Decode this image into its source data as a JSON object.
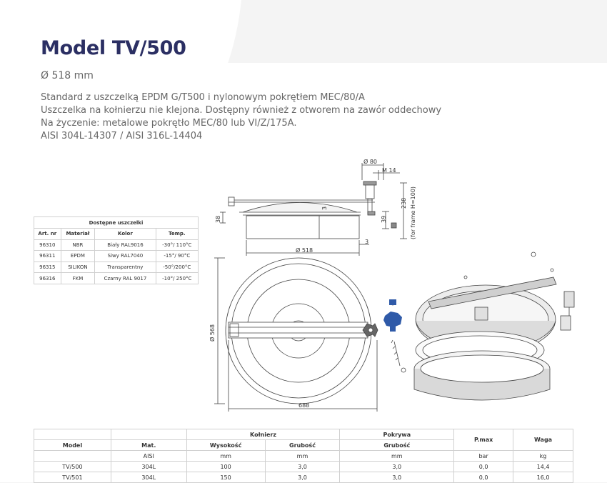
{
  "header": {
    "title": "Model TV/500",
    "diameter": "Ø 518 mm",
    "description": [
      "Standard z uszczelką EPDM G/T500 i nylonowym pokrętłem MEC/80/A",
      "Uszczelka na kołnierzu nie klejona. Dostępny również z otworem na zawór oddechowy",
      "Na życzenie: metalowe pokrętło MEC/80 lub VI/Z/175A.",
      "AISI 304L-14307 / AISI 316L-14404"
    ]
  },
  "seals": {
    "caption": "Dostępne uszczelki",
    "headers": [
      "Art. nr",
      "Materiał",
      "Kolor",
      "Temp."
    ],
    "rows": [
      [
        "96310",
        "NBR",
        "Biały RAL9016",
        "-30°/ 110°C"
      ],
      [
        "96311",
        "EPDM",
        "Siwy RAL7040",
        "-15°/ 90°C"
      ],
      [
        "96315",
        "SILIKON",
        "Transparentny",
        "-50°/200°C"
      ],
      [
        "96316",
        "FKM",
        "Czarny RAL 9017",
        "-10°/ 250°C"
      ]
    ]
  },
  "dimensions": {
    "side_view": {
      "knob_diameter": "Ø 80",
      "m": "M 14",
      "total_height": "238",
      "frame_note": "(for frame H=100)",
      "height_38": "38",
      "height_39": "39",
      "thickness_3a": "3",
      "thickness_3b": "3",
      "diameter": "Ø 518"
    },
    "top_view": {
      "diameter": "Ø 568",
      "width": "688"
    }
  },
  "spec_table": {
    "group_headers": {
      "kolnierz": "Kołnierz",
      "pokrywa": "Pokrywa",
      "pmax": "P.max",
      "waga": "Waga"
    },
    "col_headers": {
      "model": "Model",
      "mat": "Mat.",
      "wysokosc": "Wysokość",
      "grubosc_kol": "Grubość",
      "grubosc_pok": "Grubość"
    },
    "units": {
      "mat": "AISI",
      "wysokosc": "mm",
      "grubosc_kol": "mm",
      "grubosc_pok": "mm",
      "pmax": "bar",
      "waga": "kg"
    },
    "rows": [
      [
        "TV/500",
        "304L",
        "100",
        "3,0",
        "3,0",
        "0,0",
        "14,4"
      ],
      [
        "TV/501",
        "304L",
        "150",
        "3,0",
        "3,0",
        "0,0",
        "16,0"
      ]
    ]
  },
  "colors": {
    "title": "#2b2f63",
    "knob": "#2f5aa8",
    "line": "#444444"
  }
}
